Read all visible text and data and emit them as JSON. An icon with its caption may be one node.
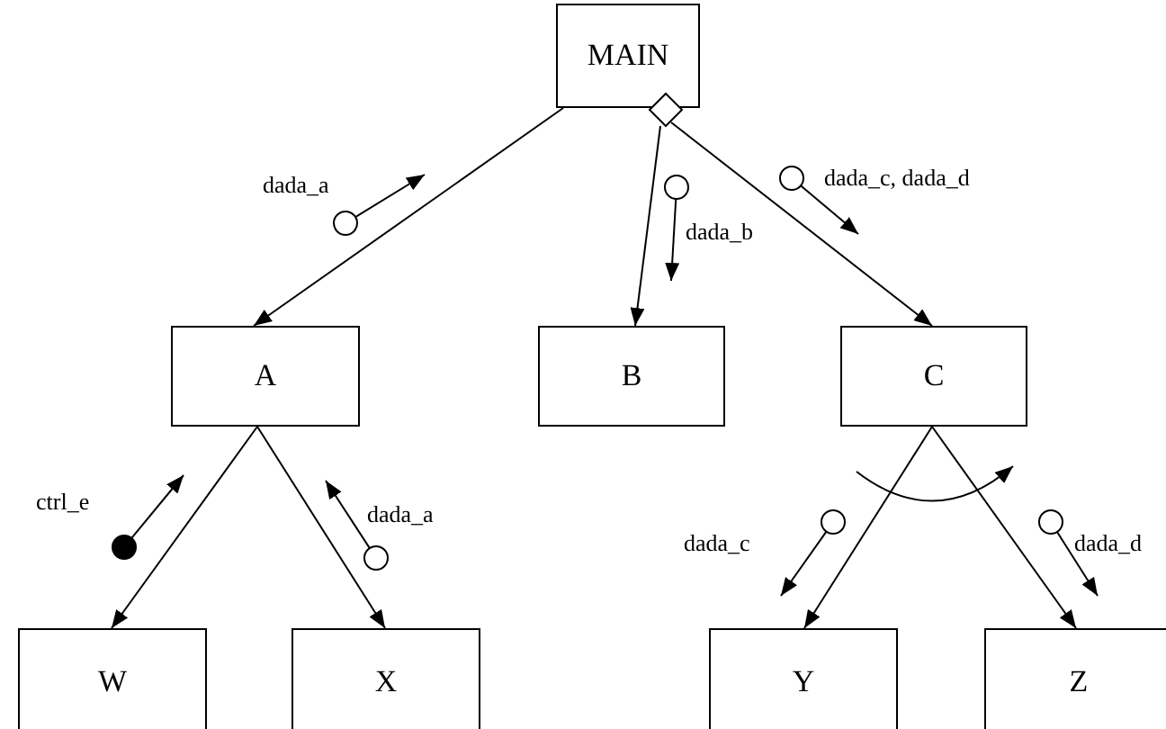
{
  "diagram": {
    "nodes": [
      {
        "text": [
          "MAIN"
        ]
      },
      {
        "text": [
          "A"
        ]
      },
      {
        "text": [
          "B"
        ]
      },
      {
        "text": [
          "C"
        ]
      },
      {
        "text": [
          "W"
        ]
      },
      {
        "text": [
          "X"
        ]
      },
      {
        "text": [
          "Y"
        ]
      },
      {
        "text": [
          "Z"
        ]
      }
    ],
    "edges": [
      {
        "from": 0,
        "to": 1,
        "arrow": "to"
      },
      {
        "from": 0,
        "to": 2,
        "arrow": "to"
      },
      {
        "from": 0,
        "to": 3,
        "arrow": "to"
      },
      {
        "from": 1,
        "to": 4,
        "arrow": "to"
      },
      {
        "from": 1,
        "to": 5,
        "arrow": "to"
      },
      {
        "from": 3,
        "to": 6,
        "arrow": "to"
      },
      {
        "from": 3,
        "to": 7,
        "arrow": "to"
      }
    ],
    "labels": [
      "dada_a",
      "dada_b",
      "dada_c, dada_d",
      "ctrl_e",
      "dada_a",
      "dada_c",
      "dada_d"
    ]
  }
}
